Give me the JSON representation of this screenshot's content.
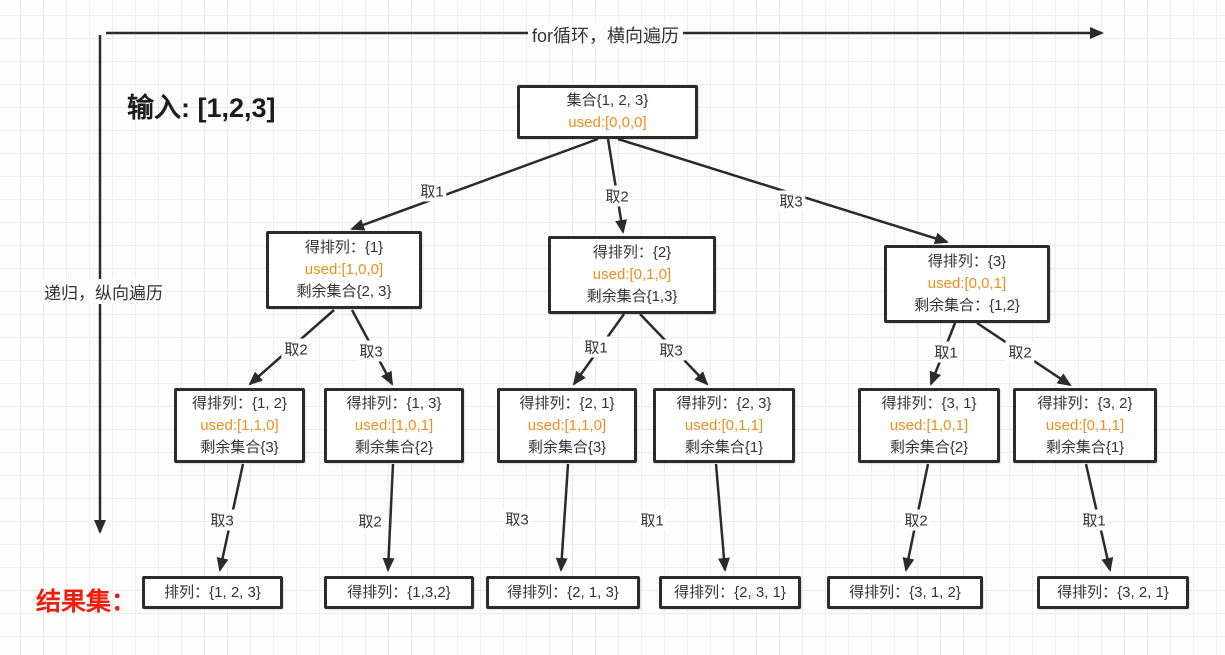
{
  "axes": {
    "horizontal_label": "for循环，横向遍历",
    "vertical_label": "递归，纵向遍历"
  },
  "input_label": "输入: [1,2,3]",
  "result_set_label": "结果集：",
  "colors": {
    "node_border": "#2b2b2b",
    "text": "#333333",
    "used_orange": "#ef8d1d",
    "result_red": "#f01c0c"
  },
  "root": {
    "line1": "集合{1, 2, 3}",
    "line2": "used:[0,0,0]"
  },
  "level2": [
    {
      "line1": "得排列：{1}",
      "line2": "used:[1,0,0]",
      "line3": "剩余集合{2, 3}"
    },
    {
      "line1": "得排列：{2}",
      "line2": "used:[0,1,0]",
      "line3": "剩余集合{1,3}"
    },
    {
      "line1": "得排列：{3}",
      "line2": "used:[0,0,1]",
      "line3": "剩余集合：{1,2}"
    }
  ],
  "level3": [
    {
      "line1": "得排列：{1, 2}",
      "line2": "used:[1,1,0]",
      "line3": "剩余集合{3}"
    },
    {
      "line1": "得排列：{1, 3}",
      "line2": "used:[1,0,1]",
      "line3": "剩余集合{2}"
    },
    {
      "line1": "得排列：{2, 1}",
      "line2": "used:[1,1,0]",
      "line3": "剩余集合{3}"
    },
    {
      "line1": "得排列：{2, 3}",
      "line2": "used:[0,1,1]",
      "line3": "剩余集合{1}"
    },
    {
      "line1": "得排列：{3, 1}",
      "line2": "used:[1,0,1]",
      "line3": "剩余集合{2}"
    },
    {
      "line1": "得排列：{3, 2}",
      "line2": "used:[0,1,1]",
      "line3": "剩余集合{1}"
    }
  ],
  "results": [
    {
      "label": "排列：{1, 2, 3}"
    },
    {
      "label": "得排列：{1,3,2}"
    },
    {
      "label": "得排列：{2, 1, 3}"
    },
    {
      "label": "得排列：{2, 3, 1}"
    },
    {
      "label": "得排列：{3, 1, 2}"
    },
    {
      "label": "得排列：{3, 2, 1}"
    }
  ],
  "edge_labels": {
    "root_to_l2": [
      "取1",
      "取2",
      "取3"
    ],
    "l2_to_l3": [
      "取2",
      "取3",
      "取1",
      "取3",
      "取1",
      "取2"
    ],
    "l3_to_results": [
      "取3",
      "取2",
      "取3",
      "取1",
      "取2",
      "取1"
    ]
  }
}
